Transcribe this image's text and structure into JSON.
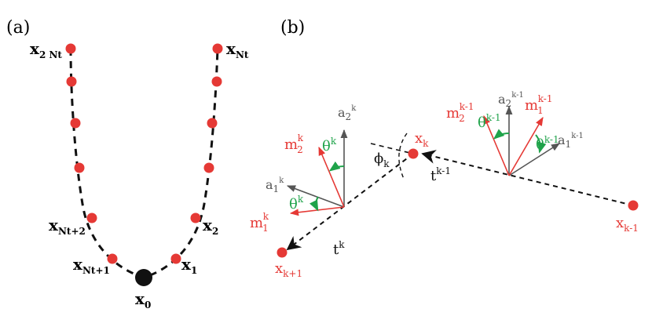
{
  "panel_a": {
    "label": "(a)",
    "labels": {
      "x2nt": {
        "main": "x",
        "sub": "2 Nt"
      },
      "xnt": {
        "main": "x",
        "sub": "Nt"
      },
      "xnt2": {
        "main": "x",
        "sub": "Nt+2"
      },
      "x2": {
        "main": "x",
        "sub": "2"
      },
      "xnt1": {
        "main": "x",
        "sub": "Nt+1"
      },
      "x1": {
        "main": "x",
        "sub": "1"
      },
      "x0": {
        "main": "x",
        "sub": "0"
      }
    }
  },
  "panel_b": {
    "label": "(b)",
    "labels": {
      "ak2": {
        "main": "a",
        "sub": "2",
        "sup": "k"
      },
      "mk2": {
        "main": "m",
        "sub": "2",
        "sup": "k"
      },
      "thetak_top": {
        "main": "θ",
        "sup": "k"
      },
      "ak1": {
        "main": "a",
        "sub": "1",
        "sup": "k"
      },
      "thetak_bot": {
        "main": "θ",
        "sup": "k"
      },
      "mk1": {
        "main": "m",
        "sub": "1",
        "sup": "k"
      },
      "tk": {
        "main": "t",
        "sup": "k"
      },
      "xk1p": {
        "main": "x",
        "sub": "k+1"
      },
      "phik": {
        "main": "ϕ",
        "sub": "k"
      },
      "xk": {
        "main": "x",
        "sub": "k"
      },
      "tkm1": {
        "main": "t",
        "sup": "k-1"
      },
      "mkm1_2": {
        "main": "m",
        "sub": "2",
        "sup": "k-1"
      },
      "thetakm1_top": {
        "main": "θ",
        "sup": "k-1"
      },
      "akm1_2": {
        "main": "a",
        "sub": "2",
        "sup": "k-1"
      },
      "mkm1_1": {
        "main": "m",
        "sub": "1",
        "sup": "k-1"
      },
      "thetakm1_bot": {
        "main": "θ",
        "sup": "k-1"
      },
      "akm1_1": {
        "main": "a",
        "sub": "1",
        "sup": "k-1"
      },
      "xkm1": {
        "main": "x",
        "sub": "k-1"
      }
    }
  },
  "colors": {
    "red": "#e53935",
    "green": "#1fa34a",
    "gray": "#555555",
    "black": "#111111"
  }
}
